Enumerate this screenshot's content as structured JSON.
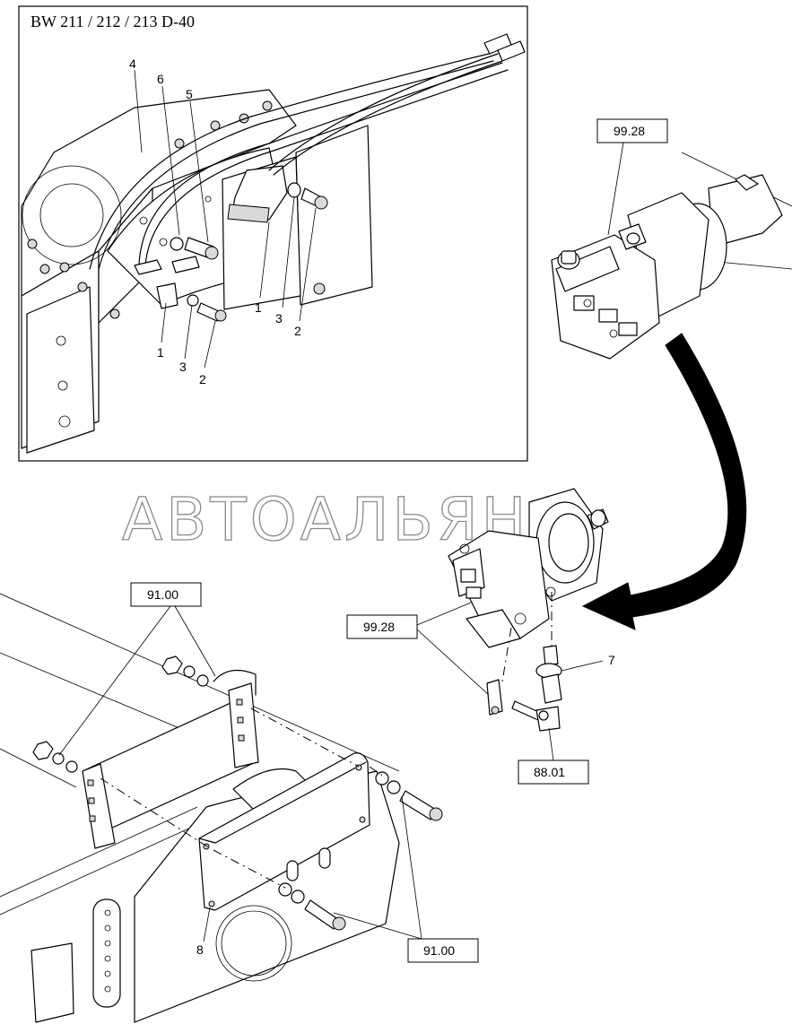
{
  "inset": {
    "title": "BW 211 / 212 / 213 D-40"
  },
  "watermark": "АВТОАЛЬЯНС",
  "references": {
    "pump_top": "99.28",
    "pump_mid": "99.28",
    "cover_top": "91.00",
    "cover_bottom": "91.00",
    "sensor": "88.01"
  },
  "callouts": {
    "n1a": "1",
    "n1b": "1",
    "n2a": "2",
    "n2b": "2",
    "n3a": "3",
    "n3b": "3",
    "n4": "4",
    "n5": "5",
    "n6": "6",
    "n7": "7",
    "n8": "8"
  }
}
